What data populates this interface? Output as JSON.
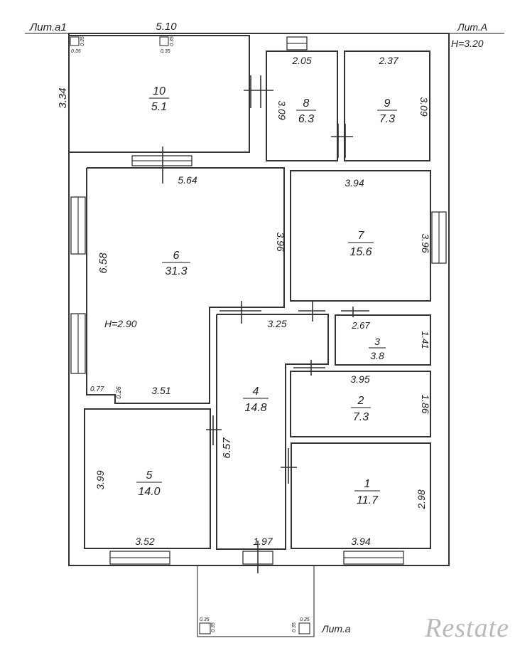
{
  "labels": {
    "lit_a1": "Лит.а1",
    "lit_A": "Лит.А",
    "lit_a": "Лит.а",
    "height_main": "H=3.20",
    "height_inner": "H=2.90",
    "watermark": "Restate"
  },
  "rooms": [
    {
      "id": "10",
      "area": "5.1"
    },
    {
      "id": "8",
      "area": "6.3"
    },
    {
      "id": "9",
      "area": "7.3"
    },
    {
      "id": "6",
      "area": "31.3"
    },
    {
      "id": "7",
      "area": "15.6"
    },
    {
      "id": "3",
      "area": "3.8"
    },
    {
      "id": "4",
      "area": "14.8"
    },
    {
      "id": "2",
      "area": "7.3"
    },
    {
      "id": "5",
      "area": "14.0"
    },
    {
      "id": "1",
      "area": "11.7"
    }
  ],
  "dims": {
    "d_510": "5.10",
    "d_334": "3.34",
    "d_205": "2.05",
    "d_309a": "3.09",
    "d_237": "2.37",
    "d_309b": "3.09",
    "d_564": "5.64",
    "d_658": "6.58",
    "d_396a": "3.96",
    "d_394a": "3.94",
    "d_396b": "3.96",
    "d_325": "3.25",
    "d_267": "2.67",
    "d_141": "1.41",
    "d_395": "3.95",
    "d_186": "1.86",
    "d_077": "0.77",
    "d_026": "0.26",
    "d_351": "3.51",
    "d_657": "6.57",
    "d_399": "3.99",
    "d_352": "3.52",
    "d_197": "1.97",
    "d_394b": "3.94",
    "d_298": "2.98",
    "d_035a": "0.35",
    "d_035b": "0.35",
    "d_035c": "0.35",
    "d_035d": "0.35",
    "d_035e": "0.35",
    "d_035f": "0.35",
    "d_035g": "0.35",
    "d_035h": "0.35"
  }
}
